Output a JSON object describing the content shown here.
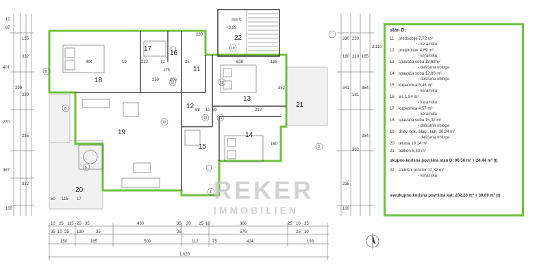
{
  "legend": {
    "title": "stan D:",
    "rooms": [
      {
        "num": "11",
        "name": "predsoblje",
        "area": "7,72 m²",
        "finish": "- keramika"
      },
      {
        "num": "12",
        "name": "pretprostor",
        "area": "4,89 m²",
        "finish": "- keramika"
      },
      {
        "num": "13",
        "name": "spavaća soba",
        "area": "13,62m²",
        "finish": "- dašćana obloga"
      },
      {
        "num": "14",
        "name": "spavaća soba",
        "area": "12,80 m²",
        "finish": "- dašćana obloga"
      },
      {
        "num": "15",
        "name": "kupaonica",
        "area": "5,46 m²",
        "finish": "- keramika"
      },
      {
        "num": "16",
        "name": "wc",
        "area": "1,94 m²",
        "finish": "- keramika"
      },
      {
        "num": "17",
        "name": "kupaonica",
        "area": "4,57 m²",
        "finish": "- keramika"
      },
      {
        "num": "18",
        "name": "spavaća soba",
        "area": "15,32 m²",
        "finish": "- dašćana obloga"
      },
      {
        "num": "19",
        "name": "dnev. bor., blag., kuh.",
        "area": "30,24 m²",
        "finish": "- dašćana obloga"
      },
      {
        "num": "20",
        "name": "terasa",
        "area": "19,14 m²",
        "finish": ""
      },
      {
        "num": "21",
        "name": "balkon",
        "area": "5,30 m²",
        "finish": ""
      }
    ],
    "total_label": "ukupno korisna površina stan D:",
    "total_value": "96,56 m² + 24,44 m² (t)",
    "extra": {
      "num": "22",
      "name": "stubišni prostor",
      "area": "12,32 m²",
      "finish": "- keramika"
    },
    "grand_label": "sveukupno korisna površina kat:",
    "grand_value": "202,20 m² + 39,09 m² (t)"
  },
  "plan": {
    "room_numbers": [
      "11",
      "12",
      "13",
      "14",
      "15",
      "16",
      "17",
      "18",
      "19",
      "20",
      "21",
      "22"
    ],
    "stair_label": "stan C",
    "level": "+3,99",
    "watermark": "REKER",
    "watermark_sub": "IMMOBILIEN",
    "bottom_dims_row1": [
      "10",
      "25",
      "115",
      "25",
      "35",
      "430",
      "35",
      "20",
      "25",
      "10",
      "366",
      "25",
      "10",
      "35"
    ],
    "bottom_dims_row2": [
      "35",
      "10",
      "25",
      "130",
      "35",
      "",
      "35",
      "",
      "576",
      "",
      "25",
      "10"
    ],
    "bottom_dims_row3": [
      "150",
      "165",
      "500",
      "112",
      "75",
      "424",
      "193"
    ],
    "bottom_total": "1.620",
    "left_dims": [
      "10",
      "87",
      "135",
      "332",
      "401",
      "299",
      "230",
      "270",
      "235",
      "367",
      "332",
      "100"
    ],
    "right_dims": [
      "230",
      "230",
      "180",
      "210",
      "185",
      "341",
      "384",
      "181",
      "354",
      "382",
      "235",
      "100"
    ],
    "inner_dims": [
      "404",
      "10",
      "222",
      "12",
      "230",
      "25",
      "608",
      "185",
      "352",
      "68",
      "10",
      "292",
      "60",
      "250",
      "180",
      "50",
      "115",
      "17",
      "206",
      "175"
    ],
    "door_labels": [
      "9",
      "8",
      "6",
      "12",
      "13",
      "13",
      "12",
      "12",
      "4",
      "3",
      "10"
    ],
    "far_right_dim": "2.110"
  }
}
